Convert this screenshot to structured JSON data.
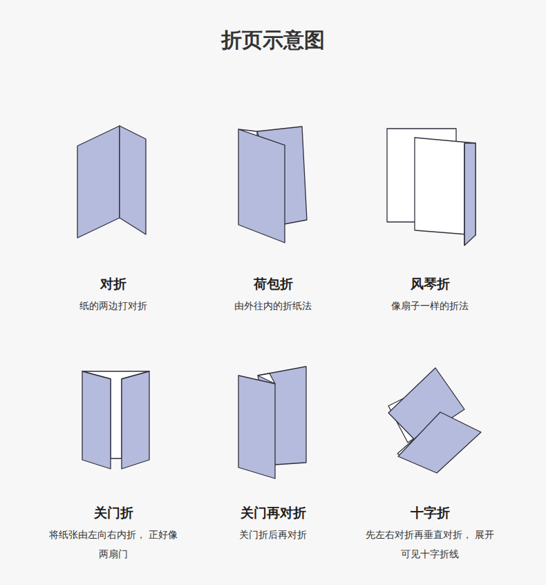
{
  "diagram": {
    "title": "折页示意图",
    "labels": [
      "对折",
      "纸的两边打对折",
      "荷包折",
      "由外往内的折纸法",
      "风琴折",
      "像扇子一样的折法",
      "关门折",
      "将纸张由左向右内折， 正好像两扇门",
      "关门再对折",
      "关门折后再对折",
      "十字折",
      "先左右对折再垂直对折， 展开可见十字折线"
    ]
  }
}
